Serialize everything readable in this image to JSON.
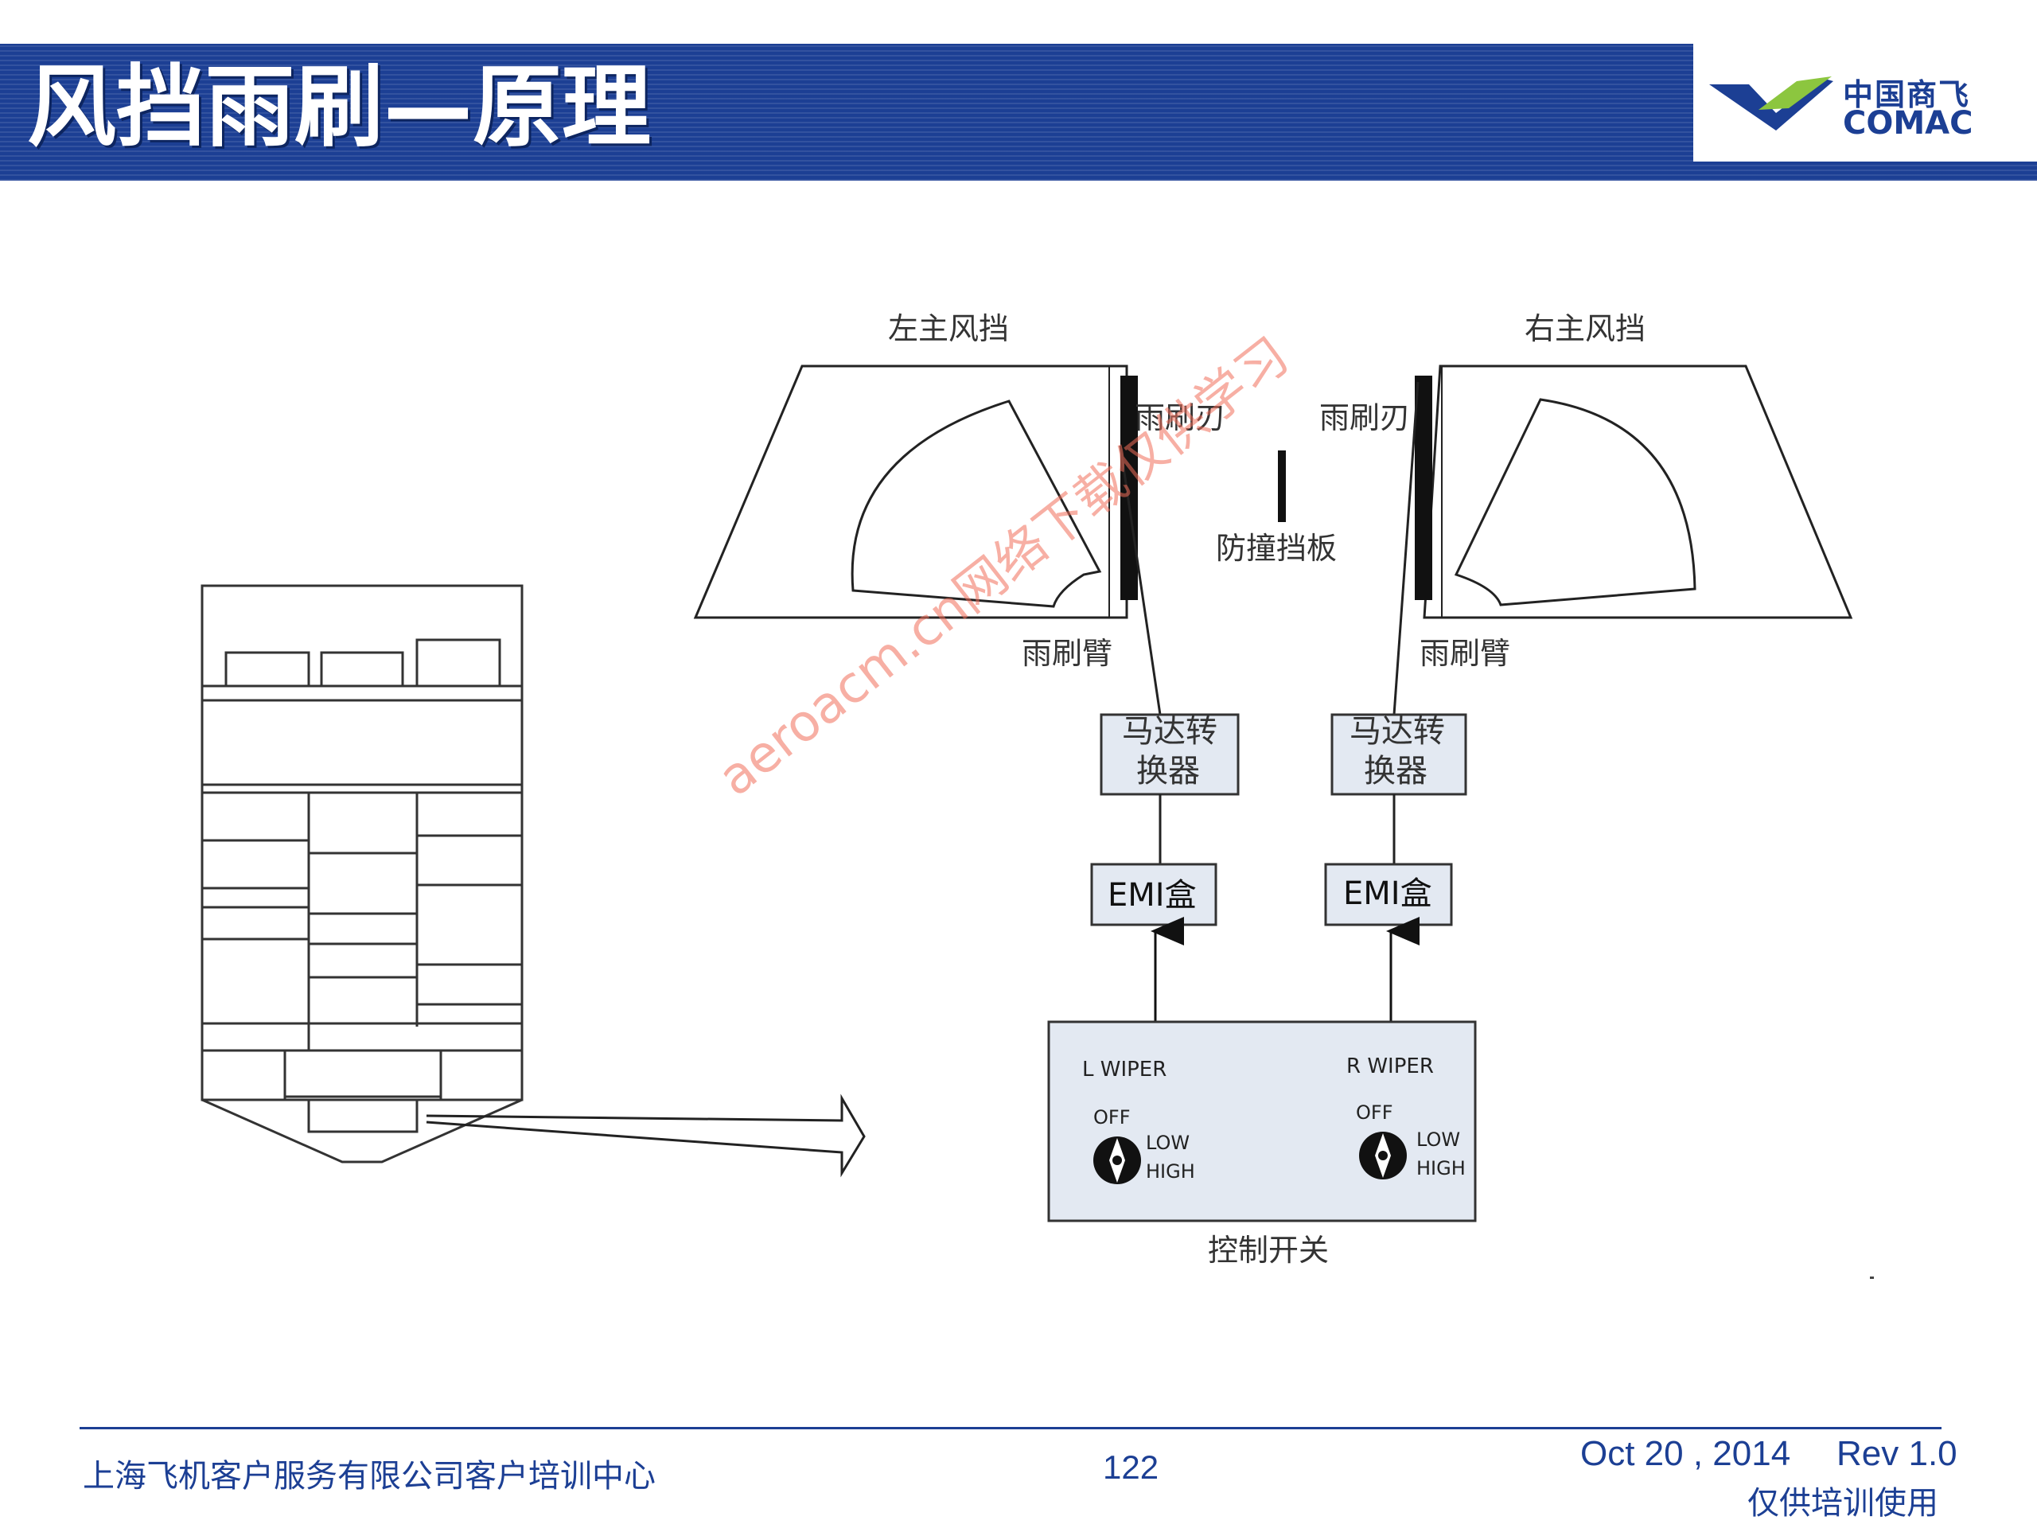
{
  "header": {
    "title": "风挡雨刷—原理",
    "logo_cn": "中国商飞",
    "logo_en": "COMAC"
  },
  "diagram": {
    "left_windshield": "左主风挡",
    "right_windshield": "右主风挡",
    "wiper_blade_left": "雨刷刃",
    "wiper_blade_right": "雨刷刃",
    "bumper": "防撞挡板",
    "wiper_arm_left": "雨刷臂",
    "wiper_arm_right": "雨刷臂",
    "converter_left": [
      "马达转",
      "换器"
    ],
    "converter_right": [
      "马达转",
      "换器"
    ],
    "emi_left": "EMI盒",
    "emi_right": "EMI盒",
    "control_switch": "控制开关",
    "switch_panel": {
      "left": {
        "name": "L WIPER",
        "off": "OFF",
        "low": "LOW",
        "high": "HIGH"
      },
      "right": {
        "name": "R WIPER",
        "off": "OFF",
        "low": "LOW",
        "high": "HIGH"
      }
    }
  },
  "watermark": "aeroacm.cn网络下载仅供学习",
  "footer": {
    "organization": "上海飞机客户服务有限公司客户培训中心",
    "page": "122",
    "date": "Oct 20 , 2014",
    "rev": "Rev 1.0",
    "note": "仅供培训使用"
  },
  "colors": {
    "brand_blue": "#1c3f94",
    "logo_green": "#8cc63f",
    "box_fill": "#e3e9f2",
    "watermark": "#f06e5a"
  }
}
